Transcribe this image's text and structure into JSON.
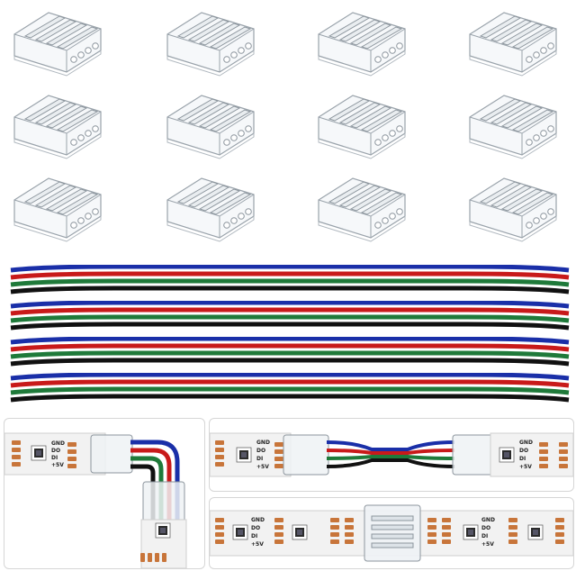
{
  "product": {
    "connector_count": 12,
    "cable_count": 4,
    "wire_colors": [
      "#1a2fa8",
      "#c81a1a",
      "#1f7a3a",
      "#111111"
    ]
  },
  "strip": {
    "pad_labels": [
      "GND",
      "DO",
      "DI",
      "+5V"
    ],
    "base_color": "#f2f2f2",
    "pad_color": "#c8753a"
  },
  "scenes": [
    "L-corner connection",
    "Strip-to-cable-to-strip connection",
    "Strip-to-strip gapless connection"
  ]
}
